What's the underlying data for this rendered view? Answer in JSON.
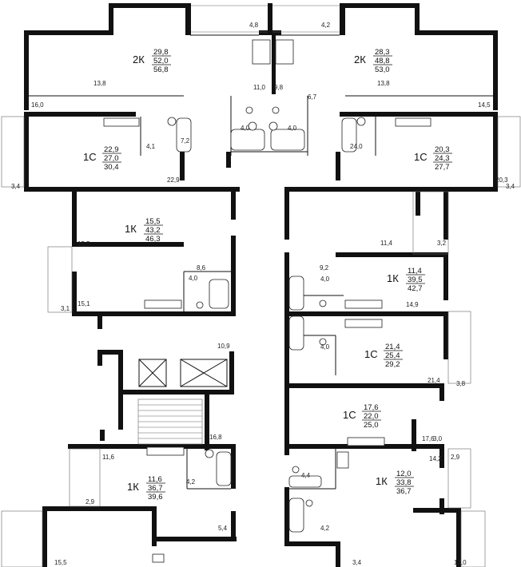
{
  "apartments": [
    {
      "type": "2К",
      "values": [
        "29,8",
        "52,0",
        "56,8"
      ]
    },
    {
      "type": "2К",
      "values": [
        "28,3",
        "48,8",
        "53,0"
      ]
    },
    {
      "type": "1С",
      "values": [
        "22,9",
        "27,0",
        "30,4"
      ]
    },
    {
      "type": "1С",
      "values": [
        "20,3",
        "24,3",
        "27,7"
      ]
    },
    {
      "type": "1К",
      "values": [
        "15,5",
        "43,2",
        "46,3"
      ]
    },
    {
      "type": "1К",
      "values": [
        "11,4",
        "39,5",
        "42,7"
      ]
    },
    {
      "type": "1С",
      "values": [
        "21,4",
        "25,4",
        "29,2"
      ]
    },
    {
      "type": "1С",
      "values": [
        "17,6",
        "22,0",
        "25,0"
      ]
    },
    {
      "type": "1К",
      "values": [
        "11,6",
        "36,7",
        "39,6"
      ]
    },
    {
      "type": "1К",
      "values": [
        "12,0",
        "33,8",
        "36,7"
      ]
    }
  ],
  "room_areas": [
    "4,8",
    "4,2",
    "13,8",
    "13,8",
    "11,0",
    "9,8",
    "6,7",
    "16,0",
    "14,5",
    "4,0",
    "4,0",
    "4,1",
    "7,2",
    "24,0",
    "3,4",
    "22,9",
    "20,3",
    "3,4",
    "15,5",
    "8,6",
    "11,4",
    "3,2",
    "9,2",
    "4,0",
    "4,0",
    "3,1",
    "15,1",
    "14,9",
    "4,0",
    "10,9",
    "21,4",
    "3,8",
    "16,8",
    "17,6",
    "3,0",
    "11,6",
    "14,2",
    "2,9",
    "4,2",
    "4,4",
    "2,9",
    "5,4",
    "4,2",
    "15,5",
    "3,4",
    "12,0"
  ]
}
